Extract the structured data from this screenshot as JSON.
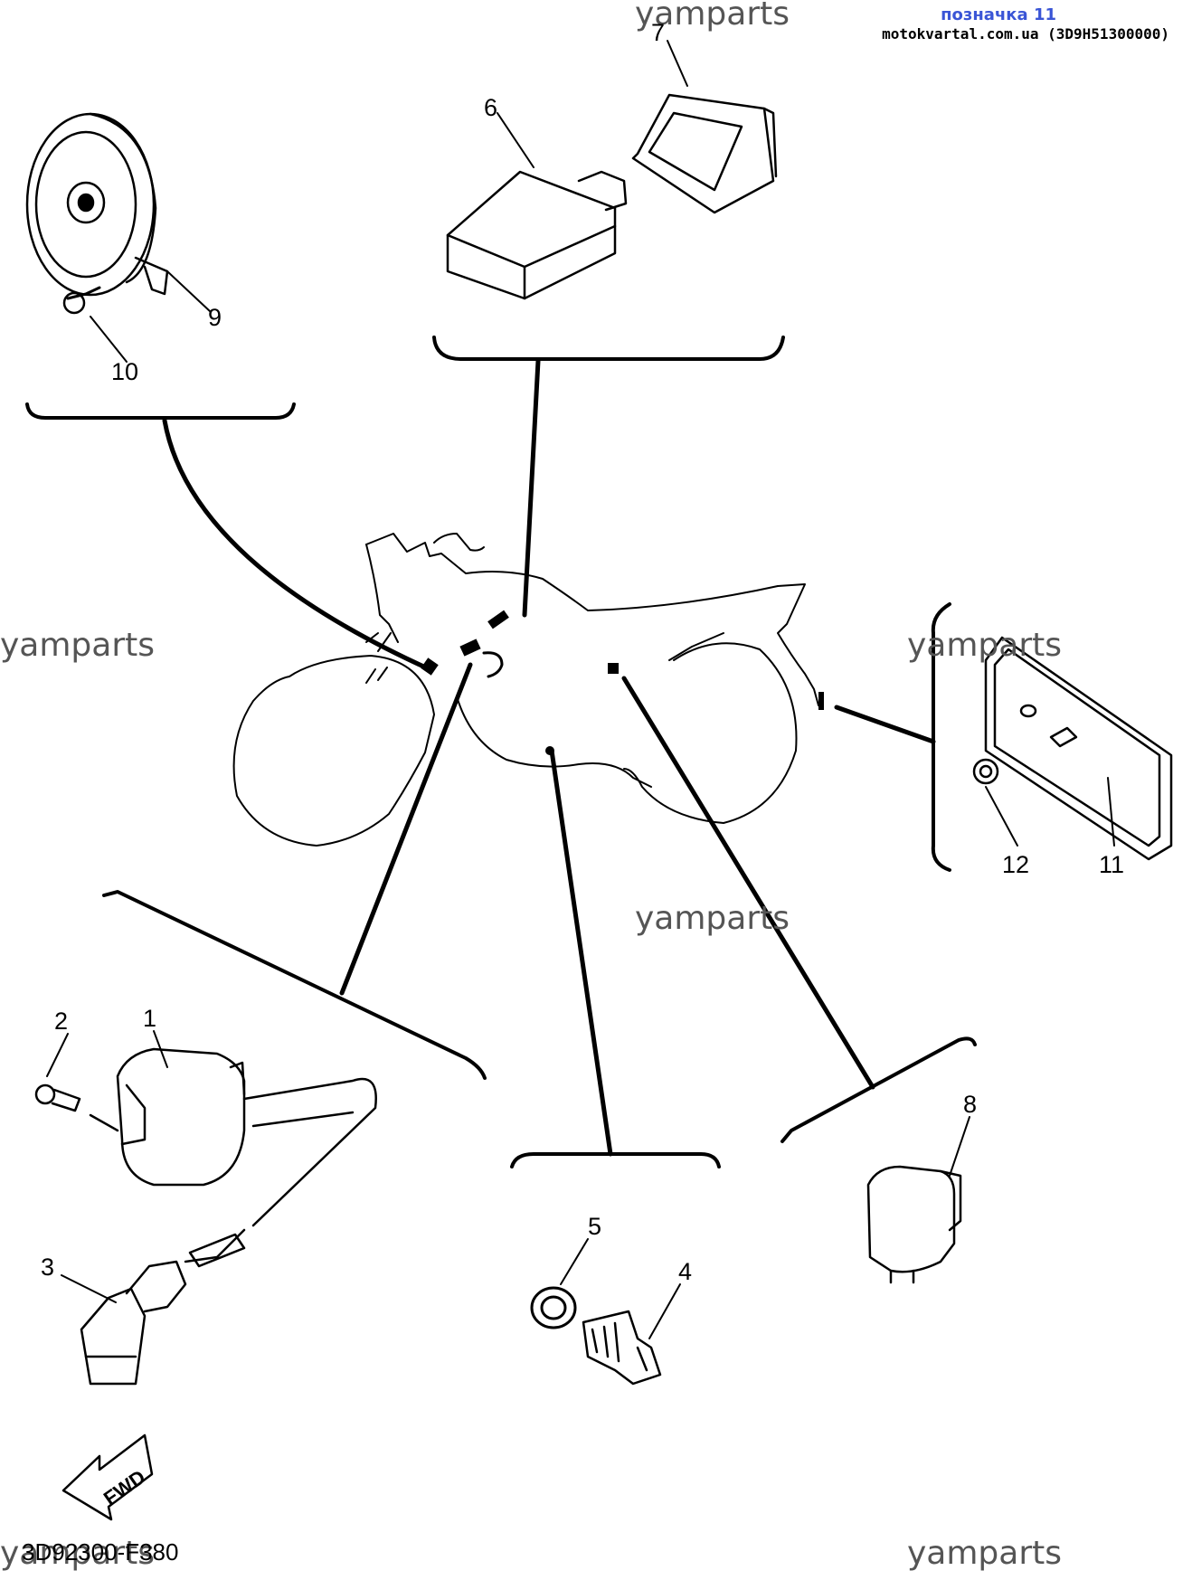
{
  "header": {
    "title": "позначка 11",
    "subtitle": "motokvartal.com.ua (3D9H51300000)"
  },
  "watermark": "yamparts",
  "drawing_code": "3D92300-F380",
  "fwd_label": "FWD",
  "part_labels": [
    "1",
    "2",
    "3",
    "4",
    "5",
    "6",
    "7",
    "8",
    "9",
    "10",
    "11",
    "12"
  ],
  "colors": {
    "header_link": "#3a55d6",
    "line": "#000000",
    "watermark": "#555555"
  }
}
